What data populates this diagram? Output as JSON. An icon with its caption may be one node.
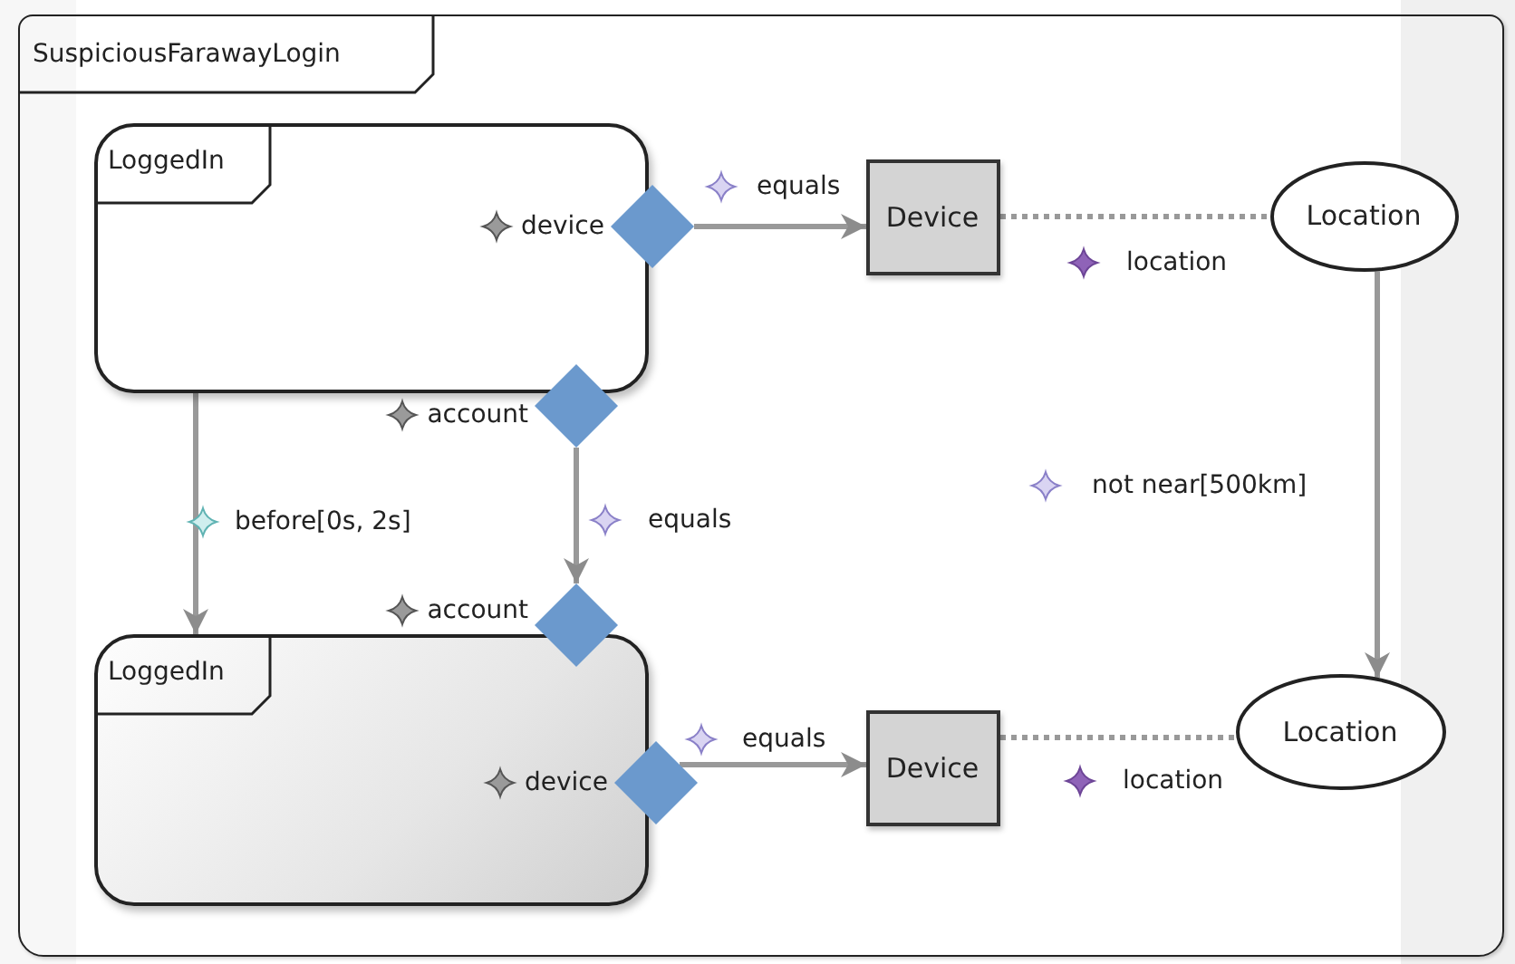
{
  "diagram": {
    "nodes": [
      {
        "text": [
          "SuspiciousFarawayLogin"
        ]
      },
      {
        "text": [
          "LoggedIn"
        ],
        "in": 0
      },
      {
        "text": [],
        "shape": "diamond",
        "beside": [
          "device"
        ],
        "in": 0
      },
      {
        "text": [],
        "shape": "diamond",
        "beside": [
          "account"
        ],
        "in": 0
      },
      {
        "text": [
          "Device"
        ],
        "in": 0
      },
      {
        "text": [
          "Location"
        ],
        "in": 0
      },
      {
        "text": [
          "LoggedIn"
        ],
        "in": 0
      },
      {
        "text": [],
        "shape": "diamond",
        "beside": [
          "account"
        ],
        "in": 0
      },
      {
        "text": [],
        "shape": "diamond",
        "beside": [
          "device"
        ],
        "in": 0
      },
      {
        "text": [
          "Device"
        ],
        "in": 0
      },
      {
        "text": [
          "Location"
        ],
        "in": 0
      }
    ],
    "edges": [
      {
        "from": 2,
        "to": 4,
        "arrow": "to",
        "label": "equals"
      },
      {
        "from": 4,
        "to": 5,
        "arrow": "none",
        "label": "location",
        "style": "dashed"
      },
      {
        "from": 1,
        "to": 6,
        "arrow": "to",
        "label": "before[0s, 2s]"
      },
      {
        "from": 3,
        "to": 7,
        "arrow": "to",
        "label": "equals"
      },
      {
        "from": 5,
        "to": 10,
        "arrow": "to",
        "label": "not near[500km]"
      },
      {
        "from": 8,
        "to": 9,
        "arrow": "to",
        "label": "equals"
      },
      {
        "from": 9,
        "to": 10,
        "arrow": "none",
        "label": "location",
        "style": "dashed"
      }
    ]
  }
}
